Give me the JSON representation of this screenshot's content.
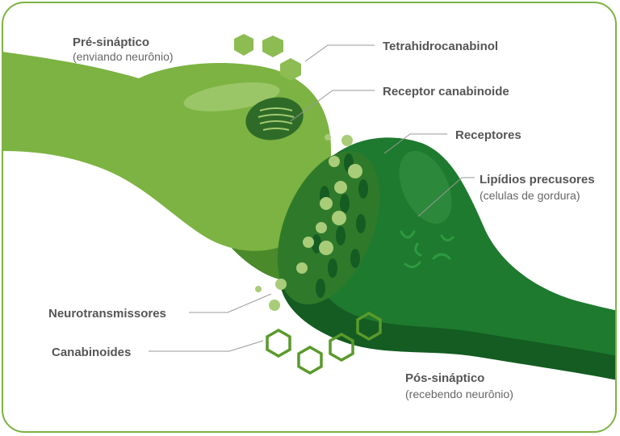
{
  "labels": {
    "pre": "Pré-sináptico",
    "pre_sub": "(enviando neurônio)",
    "thc": "Tetrahidrocanabinol",
    "receptor_cb": "Receptor canabinoide",
    "receptores": "Receptores",
    "lipidios": "Lipídios precusores",
    "lipidios_sub": "(celulas de gordura)",
    "neurotrans": "Neurotransmissores",
    "canabinoides": "Canabinoides",
    "pos": "Pós-sináptico",
    "pos_sub": "(recebendo neurônio)"
  },
  "colors": {
    "frame": "#7cb342",
    "pre_neuron": "#7cb342",
    "pre_neuron_dark": "#4a8a2a",
    "post_neuron": "#1e7a2e",
    "post_neuron_dark": "#145c22",
    "vesicle": "#a8cc78",
    "thc_hexagon": "#8cbc52",
    "cannabinoid_outline": "#5a9a2a",
    "label_text": "#555555",
    "leader_line": "#999999"
  }
}
